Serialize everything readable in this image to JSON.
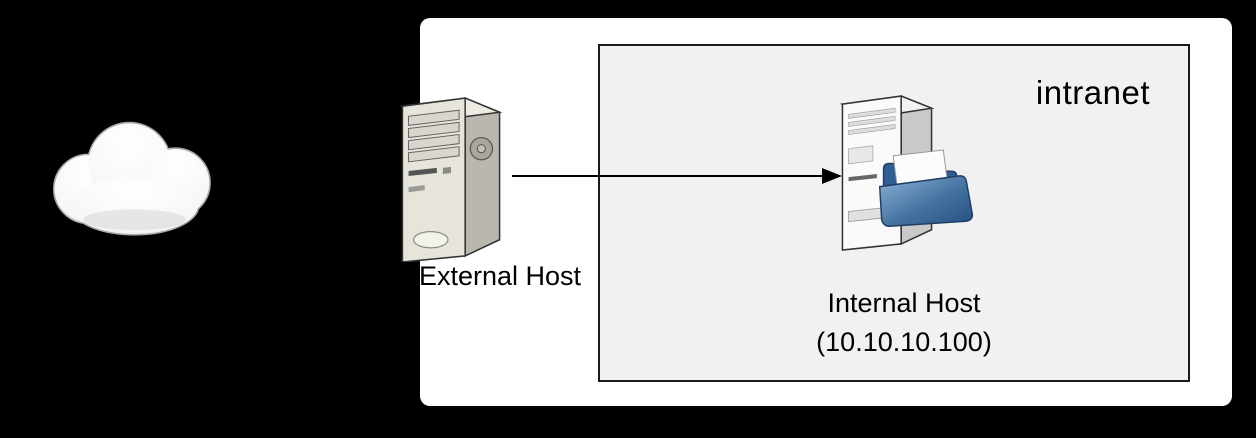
{
  "external_host": {
    "label": "External Host"
  },
  "intranet": {
    "label": "intranet"
  },
  "internal_host": {
    "label": "Internal Host",
    "ip": "(10.10.10.100)"
  },
  "colors": {
    "background": "#000000",
    "panel": "#ffffff",
    "intranet_fill": "#f1f1f1",
    "intranet_border": "#1a1a1a",
    "folder_blue": "#2e5e94",
    "arrow": "#000000"
  }
}
